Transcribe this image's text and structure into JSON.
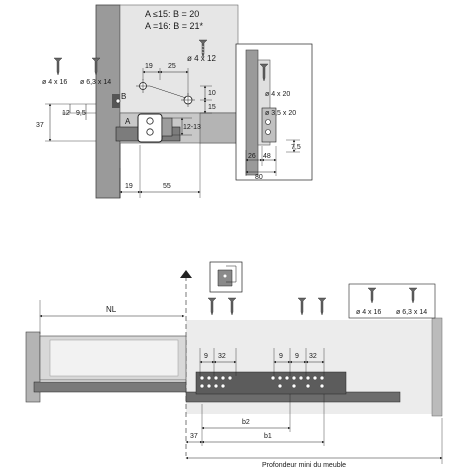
{
  "top_detail": {
    "formula_line1": "A ≤15: B = 20",
    "formula_line2": "A =16: B = 21*",
    "label_a": "A",
    "label_b": "B",
    "screw_small": "ø 4 x 12",
    "left_screws": {
      "screw1": "ø 4 x 16",
      "screw2": "ø 6,3 x 14"
    },
    "dims": {
      "d19_top": "19",
      "d25": "25",
      "d37": "37",
      "d12": "12",
      "d95": "9,5",
      "d10": "10",
      "d15": "15",
      "d1213": "12-13",
      "d19_bottom": "19",
      "d55": "55"
    }
  },
  "side_detail": {
    "screw1": "ø 4 x 20",
    "screw2": "ø 3,5 x 20",
    "d75": "7,5",
    "d26": "26",
    "d48": "48",
    "d80": "80"
  },
  "bottom_detail": {
    "nl": "NL",
    "screws": {
      "screw1": "ø 4 x 16",
      "screw2": "ø 6,3 x 14"
    },
    "d9_a": "9",
    "d32_a": "32",
    "d9_b": "9",
    "d9_c": "9",
    "d32_b": "32",
    "b2": "b2",
    "b1": "b1",
    "d37": "37",
    "depth_label": "Profondeur mini du meuble"
  }
}
